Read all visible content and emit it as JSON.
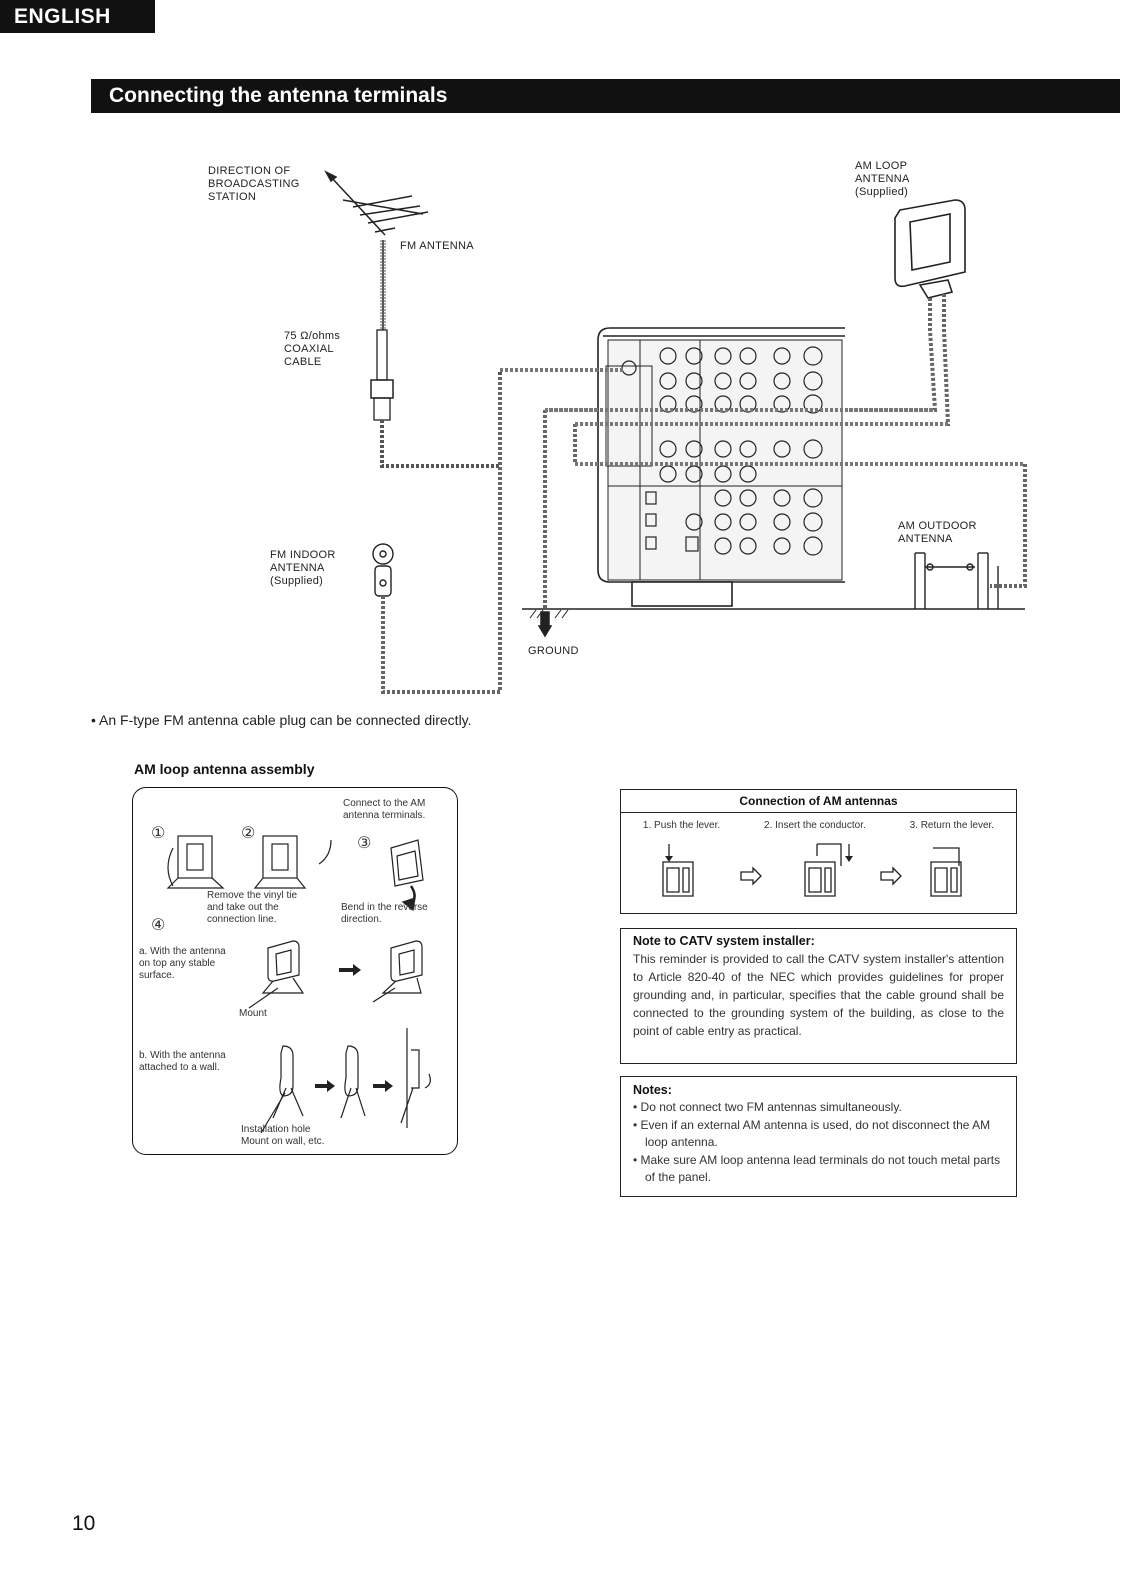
{
  "header": {
    "language_tab": "ENGLISH",
    "section_title": "Connecting the antenna terminals"
  },
  "diagram": {
    "direction_label": "DIRECTION OF\nBROADCASTING\nSTATION",
    "fm_antenna": "FM ANTENNA",
    "coax_cable": "75 Ω/ohms\nCOAXIAL\nCABLE",
    "am_loop": "AM LOOP\nANTENNA\n(Supplied)",
    "fm_indoor": "FM INDOOR\nANTENNA\n(Supplied)",
    "am_outdoor": "AM OUTDOOR\nANTENNA",
    "ground": "GROUND"
  },
  "note_ftype": "• An F-type FM antenna cable plug can be connected directly.",
  "assembly": {
    "heading": "AM loop antenna assembly",
    "connect_text": "Connect to the AM\nantenna terminals.",
    "step1": "①",
    "step2": "②",
    "step3": "③",
    "step4": "④",
    "remove_text": "Remove the vinyl tie\nand take out the\nconnection line.",
    "bend_text": "Bend in the reverse\ndirection.",
    "a_text": "a. With the antenna\n    on top any stable\n    surface.",
    "mount_text": "Mount",
    "b_text": "b. With the antenna\n    attached to a wall.",
    "install_text": "Installation hole\nMount on wall, etc."
  },
  "connection": {
    "title": "Connection of AM antennas",
    "steps": [
      "1. Push the lever.",
      "2. Insert the conductor.",
      "3. Return the lever."
    ]
  },
  "catv": {
    "title": "Note to CATV system installer:",
    "body": "This reminder is provided to call the CATV system installer's attention to Article 820-40 of the NEC which provides guidelines for proper grounding and, in particular, specifies that the cable ground shall be connected to the grounding system of the building, as close to the point of cable entry as practical."
  },
  "notes": {
    "title": "Notes:",
    "items": [
      "• Do not connect two FM antennas simultaneously.",
      "• Even if an external AM antenna is used, do not disconnect the AM loop antenna.",
      "• Make sure AM loop antenna lead terminals do not touch metal parts of the panel."
    ]
  },
  "page_number": "10"
}
